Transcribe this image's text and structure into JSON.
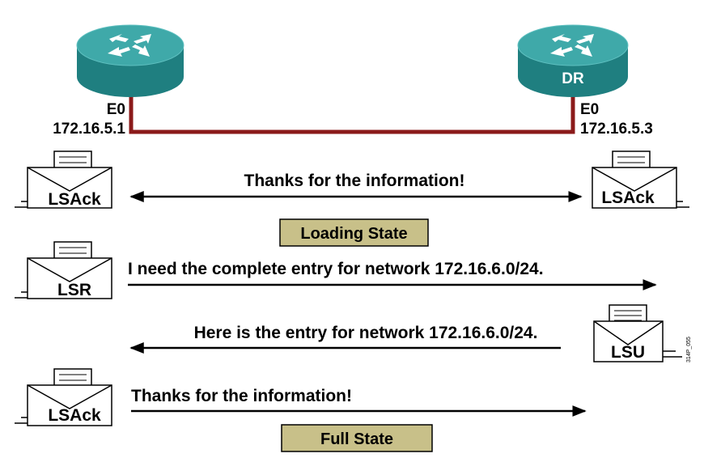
{
  "routers": {
    "left": {
      "label": "",
      "port": "E0",
      "ip": "172.16.5.1"
    },
    "right": {
      "label": "DR",
      "port": "E0",
      "ip": "172.16.5.3"
    }
  },
  "messages": [
    {
      "text": "Thanks for the information!",
      "direction": "both",
      "left_envelope": "LSAck",
      "right_envelope": "LSAck"
    },
    {
      "text": "I need the complete entry for network 172.16.6.0/24.",
      "direction": "right",
      "left_envelope": "LSR"
    },
    {
      "text": "Here is the entry for network 172.16.6.0/24.",
      "direction": "left",
      "right_envelope": "LSU"
    },
    {
      "text": "Thanks for the information!",
      "direction": "right",
      "left_envelope": "LSAck"
    }
  ],
  "states": {
    "loading": "Loading State",
    "full": "Full State"
  },
  "figure_id": "314P_055",
  "colors": {
    "router_top": "#3fa9a9",
    "router_side": "#1f7f80",
    "link": "#8b1a1a",
    "state_box": "#c8c089"
  }
}
